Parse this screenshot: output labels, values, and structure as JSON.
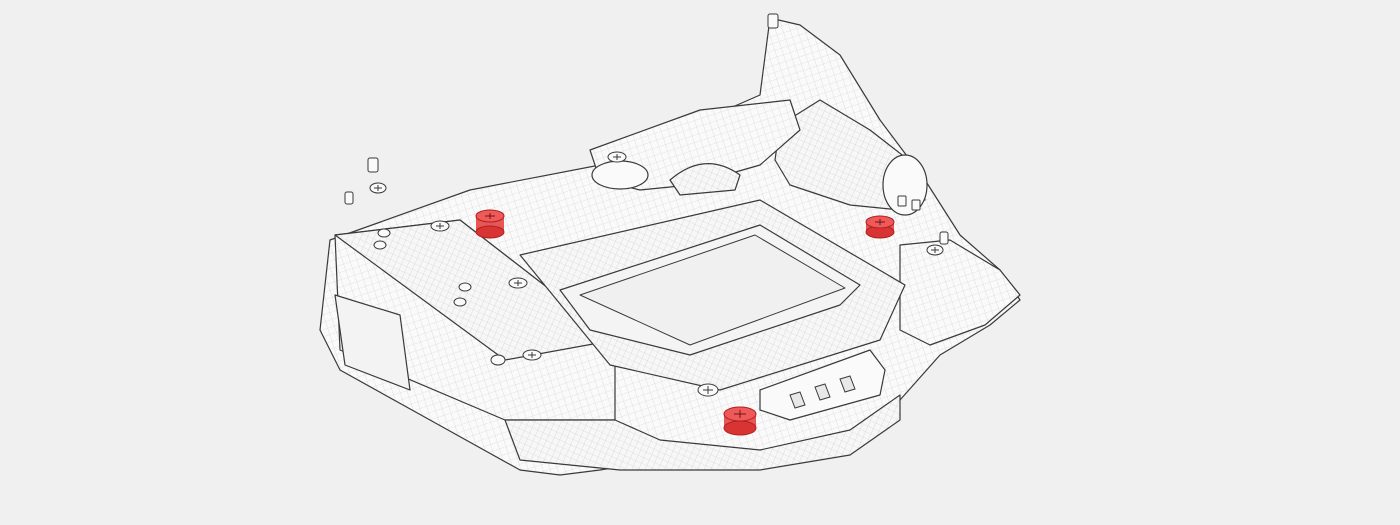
{
  "colors": {
    "background": "#f0f0f0",
    "line": "#3a3a3a",
    "mesh": "#c9c9c9",
    "part_fill": "#fafafa",
    "screw_highlight": "#e23a3a"
  },
  "highlighted_screws": [
    {
      "id": "screw-top-left",
      "color": "#e23a3a"
    },
    {
      "id": "screw-right",
      "color": "#e23a3a"
    },
    {
      "id": "screw-bottom",
      "color": "#e23a3a"
    }
  ],
  "icons": {
    "screw": "cross-head-screw-icon"
  }
}
